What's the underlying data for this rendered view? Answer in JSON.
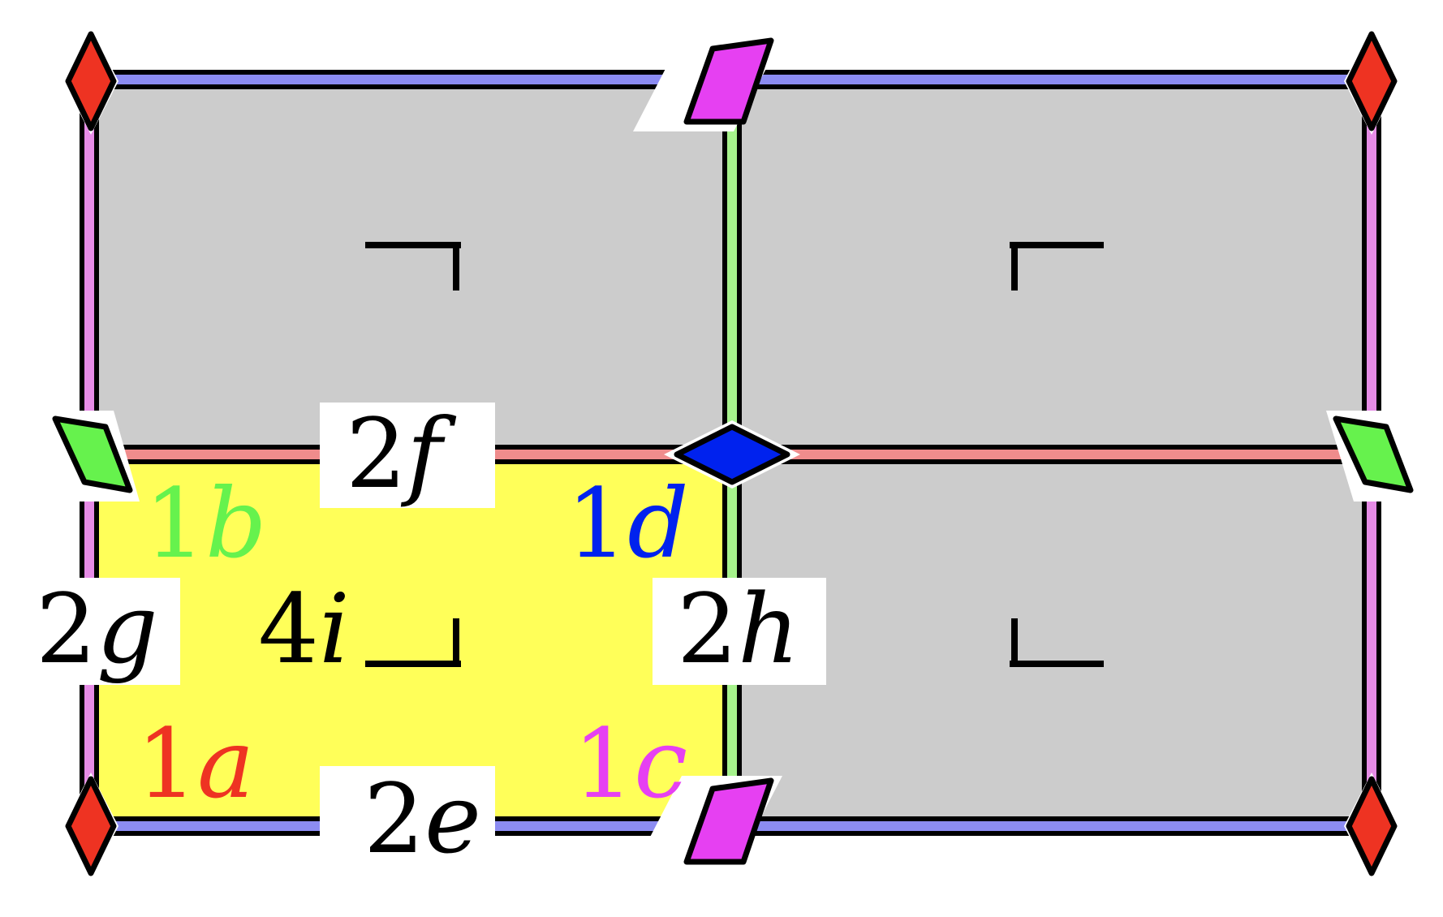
{
  "colors": {
    "cell_fill": "#cccccc",
    "highlight_cell_fill": "#ffff59",
    "border_horizontal": "#8c8cf2",
    "border_vertical_outer": "#e68ce6",
    "mirror_horizontal_center": "#ef8c8c",
    "mirror_vertical_center": "#a6f28c",
    "red_marker": "#ee3322",
    "magenta_marker": "#e640f2",
    "green_marker": "#66f24d",
    "blue_marker": "#0022ee",
    "label_2f_2g_2h_2e_4i": "#000000"
  },
  "icons": {
    "corner_markers": "red-rhombus-icon",
    "edge_mid_top_bottom": "magenta-parallelogram-icon",
    "edge_mid_left_right": "green-parallelogram-icon",
    "center_marker": "blue-rhombus-icon",
    "motif": "asymmetric-corner-glyph-icon"
  },
  "labels": {
    "l1a": {
      "num": "1",
      "letter": "a",
      "color": "#ee3322"
    },
    "l1b": {
      "num": "1",
      "letter": "b",
      "color": "#66f24d"
    },
    "l1c": {
      "num": "1",
      "letter": "c",
      "color": "#e640f2"
    },
    "l1d": {
      "num": "1",
      "letter": "d",
      "color": "#0022ee"
    },
    "l2e": {
      "num": "2",
      "letter": "e",
      "color": "#000000"
    },
    "l2f": {
      "num": "2",
      "letter": "f",
      "color": "#000000"
    },
    "l2g": {
      "num": "2",
      "letter": "g",
      "color": "#000000"
    },
    "l2h": {
      "num": "2",
      "letter": "h",
      "color": "#000000"
    },
    "l4i": {
      "num": "4",
      "letter": "i",
      "color": "#000000"
    }
  }
}
